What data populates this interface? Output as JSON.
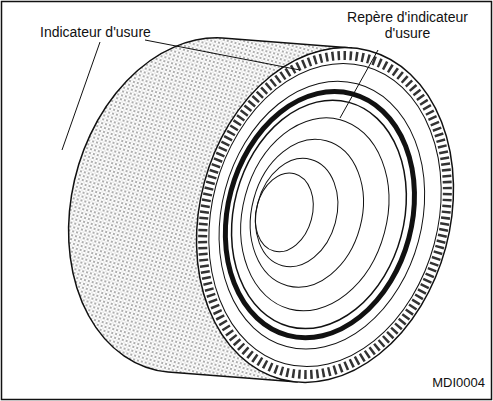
{
  "diagram": {
    "labels": [
      "Indicateur d'usure",
      "Repère d'indicateur d'usure",
      "MDI0004"
    ]
  }
}
